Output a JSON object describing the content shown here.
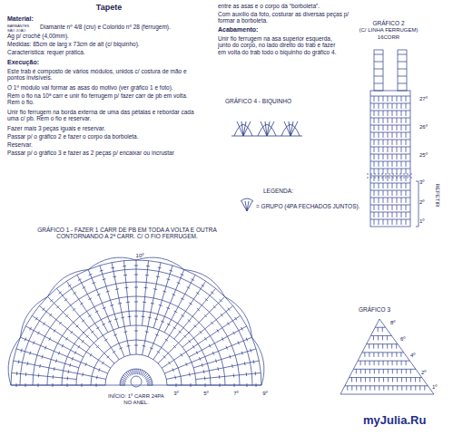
{
  "diagram": {
    "title": "Tapete",
    "labels": [
      "Material:",
      "BARBANTES SÃO JOÃO",
      "Diamante nº 4/8 (cru) e Colorido nº 28 (ferrugem).",
      "Ag p/ crochê (4,00mm).",
      "Medidas: 85cm de larg x 73cm de alt (c/ biquinho).",
      "Característica: requer prática.",
      "Execução:",
      "Este trab é composto de vários módulos, unidos c/ costura de mão e pontos invisíveis.",
      "O 1º módulo vai formar as asas do motivo (ver gráfico 1 e foto).",
      "Rem o fio na 10ª carr e unir fio ferrugem p/ fazer carr de pb em volta. Rem o fio.",
      "Unir fio ferrugem na borda externa de uma das pétalas e rebordar cada uma c/ pb. Rem o fio e reservar.",
      "Fazer mais 3 peças iguais e reservar.",
      "Passar p/ o gráfico 2 e fazer o corpo da borboleta.",
      "Reservar.",
      "Passar p/ o gráfico 3 e fazer as 2 peças p/ encaixar ou incrustar",
      "entre as asas e o corpo da “borboleta”.",
      "Com auxílio da foto, costurar as diversas peças p/ formar a borboleta.",
      "Acabamento:",
      "Unir fio ferrugem na asa superior esquerda, junto do corpo, no lado direito do trab e fazer em volta do trab todo o biquinho do gráfico 4.",
      "GRÁFICO 2",
      "(C/ LINHA FERRUGEM)",
      "16CORR",
      "GRÁFICO 4 - BIQUINHO",
      "LEGENDA:",
      "REPETIR",
      "27º",
      "26º",
      "25º",
      "3º",
      "2º",
      "1º",
      "GRÁFICO 1 - FAZER 1 CARR DE PB EM TODA A VOLTA E OUTRA CONTORNANDO A 2ª CARR. C/ O FIO FERRUGEM.",
      "INÍCIO: 1º CARR 24PA NO ANEL.",
      "10º",
      "3º",
      "5º",
      "7º",
      "9º",
      "GRÁFICO 3",
      "8º",
      "6º",
      "4º",
      "2º",
      "1º",
      "myJulia.Ru"
    ],
    "legend": [
      {
        "text": "= GRUPO (4PA FECHADOS JUNTOS)."
      }
    ]
  }
}
